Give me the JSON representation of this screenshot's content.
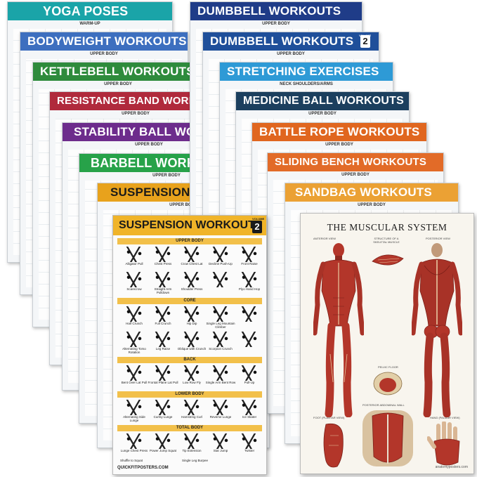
{
  "posters_left": [
    {
      "title": "YOGA POSES",
      "color": "#1aa4a8",
      "sub": "WARM-UP"
    },
    {
      "title": "BODYWEIGHT WORKOUTS",
      "color": "#3d6fbf",
      "sub": "UPPER BODY"
    },
    {
      "title": "KETTLEBELL WORKOUTS",
      "color": "#2e8b3c",
      "sub": "UPPER BODY"
    },
    {
      "title": "RESISTANCE BAND WORKOUTS",
      "color": "#b02a3c",
      "sub": "UPPER BODY"
    },
    {
      "title": "STABILITY BALL WORKOUTS",
      "color": "#6d2c8c",
      "sub": "UPPER BODY"
    },
    {
      "title": "BARBELL WORKOUTS",
      "color": "#27a249",
      "sub": "UPPER BODY"
    },
    {
      "title": "SUSPENSION WORKOUTS",
      "color": "#e8a21c",
      "sub": "UPPER BODY"
    }
  ],
  "posters_right": [
    {
      "title": "DUMBBELL WORKOUTS",
      "color": "#1f3c88",
      "sub": "UPPER BODY"
    },
    {
      "title": "DUMBBELL WORKOUTS",
      "color": "#1f4f9a",
      "sub": "UPPER BODY",
      "volume": "2",
      "volume_word": "VOLUME"
    },
    {
      "title": "STRETCHING EXERCISES",
      "color": "#2e9ad6",
      "sub": "NECK        SHOULDERS/ARMS"
    },
    {
      "title": "MEDICINE BALL WORKOUTS",
      "color": "#1c3f5e",
      "sub": "UPPER BODY"
    },
    {
      "title": "BATTLE ROPE WORKOUTS",
      "color": "#e0661f",
      "sub": "UPPER BODY"
    },
    {
      "title": "SLIDING BENCH WORKOUTS",
      "color": "#e26b28",
      "sub": "UPPER BODY"
    },
    {
      "title": "SANDBAG WORKOUTS",
      "color": "#eba134",
      "sub": "UPPER BODY"
    }
  ],
  "front_poster": {
    "title": "SUSPENSION WORKOUTS",
    "volume": "2",
    "volume_word": "VOLUME",
    "sections": [
      "UPPER BODY",
      "CORE",
      "BACK",
      "LOWER BODY",
      "TOTAL BODY"
    ],
    "rows": [
      [
        "Alligator Pull",
        "Chest Press",
        "Crow Chest Lat",
        "Decline Push-Up",
        "Front Raise"
      ],
      [
        "Scarecrow",
        "Straight Arm Pulldown",
        "Shoulder Press",
        "",
        "Plyo Hand Hop"
      ],
      [
        "Half Crunch",
        "Full Crunch",
        "Hip Dip",
        "Single Leg Mountain Climber",
        ""
      ],
      [
        "Alternating Torso Rotation",
        "Leg Raise",
        "Oblique with Crunch",
        "Scorpion Crunch",
        ""
      ],
      [
        "Bent Over Lat Pull",
        "Frontal Plane Lat Pull",
        "Low Row Fly",
        "Single Arm Bent Row",
        "Pull-Up"
      ],
      [
        "Alternating Side Lunge",
        "Curtsy Lunge",
        "Hamstring Curl",
        "Reverse Lunge",
        "Ice Skater"
      ],
      [
        "Lunge Chest Press",
        "Power Jump Squat",
        "Tip Extension",
        "Star Jump",
        "Twister"
      ]
    ],
    "footer": "QUICKFITPOSTERS.COM",
    "last_label": "Shuffle to Squat",
    "last_label2": "Single Leg Burpee"
  },
  "muscle_poster": {
    "title": "THE MUSCULAR SYSTEM",
    "labels": [
      "ANTERIOR VIEW",
      "STRUCTURE OF A SKELETAL MUSCLE",
      "POSTERIOR VIEW",
      "PELVIC FLOOR",
      "POSTERIOR ABDOMINAL WALL",
      "FOOT (PLANTAR VIEW)",
      "HAND (PALMAR VIEW)"
    ],
    "footer": "anatomyposters.com"
  },
  "colors": {
    "muscle_red": "#b3362a",
    "muscle_dark": "#7a1f18",
    "accent_yellow": "#f0b429"
  }
}
